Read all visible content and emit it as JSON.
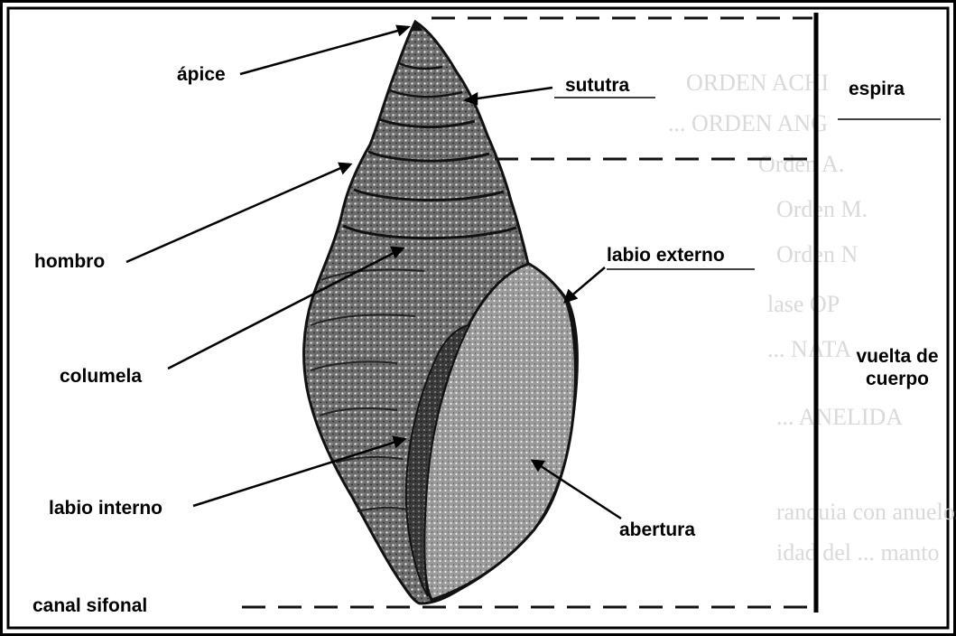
{
  "labels": {
    "apice": "ápice",
    "sututra": "sututra",
    "espira": "espira",
    "hombro": "hombro",
    "labio_externo": "labio externo",
    "columela": "columela",
    "vuelta_de_cuerpo_line1": "vuelta de",
    "vuelta_de_cuerpo_line2": "cuerpo",
    "labio_interno": "labio interno",
    "abertura": "abertura",
    "canal_sifonal": "canal sifonal"
  },
  "background_text_lines": [
    "ORDEN ACHI",
    "... ORDEN ANG",
    "Orden A.",
    "Orden M.",
    "Orden N",
    "lase OP",
    "... NATA",
    "... ANELIDA",
    "ranquia con anuelos",
    "idad del ... manto"
  ],
  "colors": {
    "ink": "#000000",
    "paper": "#ffffff",
    "faded_text": "#d9d9d9",
    "shell_dark": "#2a2a2a",
    "shell_mid": "#5a5a5a",
    "shell_light": "#cfcfcf"
  }
}
